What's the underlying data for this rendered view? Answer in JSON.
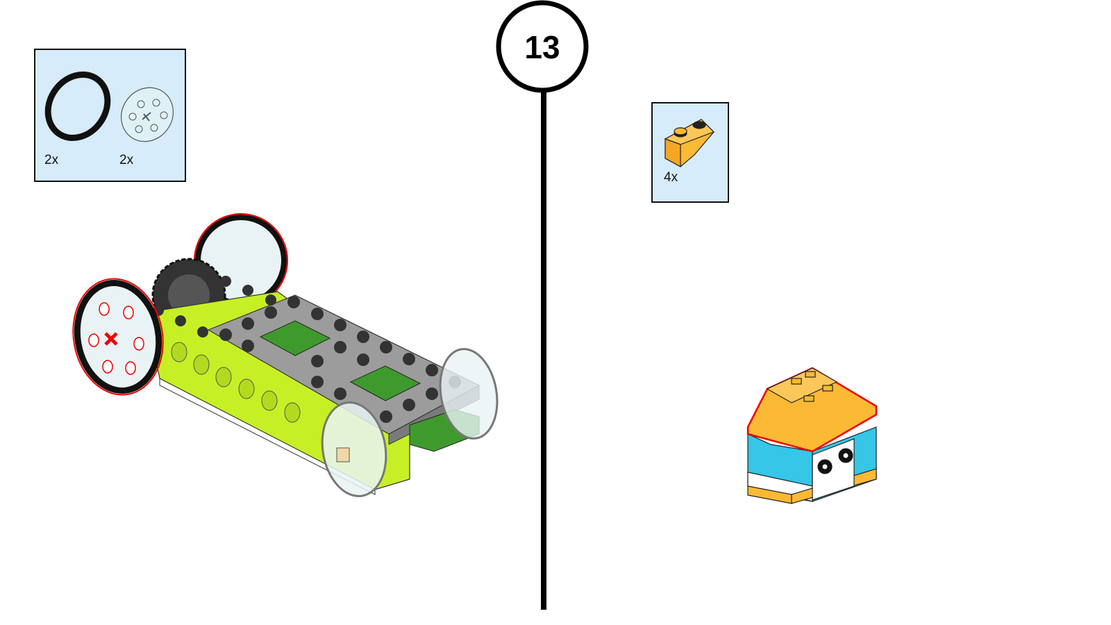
{
  "step": {
    "number": "13"
  },
  "parts_left": {
    "items": [
      {
        "name": "tire",
        "quantity": "2x",
        "color": "#111111"
      },
      {
        "name": "wheel-hub",
        "quantity": "2x",
        "color": "#cfeaf2"
      }
    ]
  },
  "parts_right": {
    "items": [
      {
        "name": "inverted-slope-brick",
        "quantity": "4x",
        "color": "#fbb934"
      }
    ]
  },
  "colors": {
    "panel": "#d6ecfb",
    "lime": "#c6f025",
    "green": "#3f9a2e",
    "gray": "#9a9a9a",
    "highlight": "#e00000"
  }
}
